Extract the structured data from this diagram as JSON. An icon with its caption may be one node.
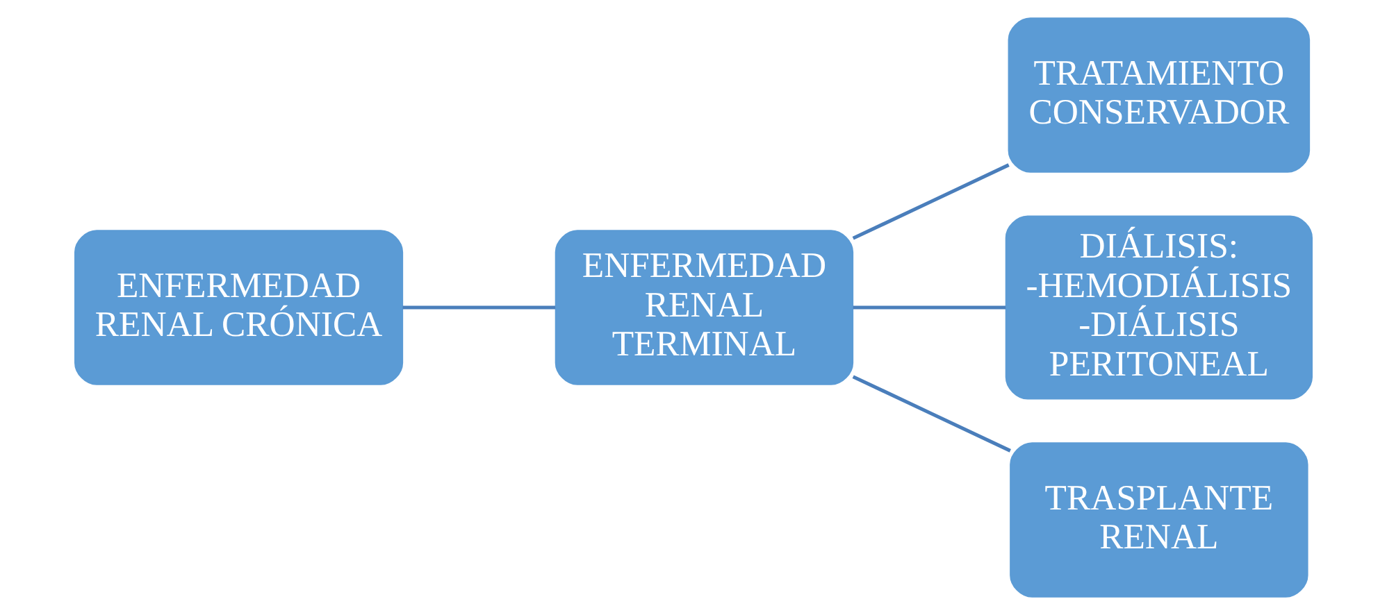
{
  "diagram": {
    "nodes": [
      {
        "text": [
          "ENFERMEDAD RENAL CRÓNICA"
        ]
      },
      {
        "text": [
          "ENFERMEDAD RENAL TERMINAL"
        ]
      },
      {
        "text": [
          "TRATAMIENTO CONSERVADOR"
        ]
      },
      {
        "text": [
          "DIÁLISIS:",
          "-HEMODIÁLISIS",
          "-DIÁLISIS PERITONEAL"
        ]
      },
      {
        "text": [
          "TRASPLANTE RENAL"
        ]
      }
    ],
    "edges": [
      {
        "from": 0,
        "to": 1,
        "arrow": "none"
      },
      {
        "from": 1,
        "to": 2,
        "arrow": "none"
      },
      {
        "from": 1,
        "to": 3,
        "arrow": "none"
      },
      {
        "from": 1,
        "to": 4,
        "arrow": "none"
      }
    ]
  }
}
